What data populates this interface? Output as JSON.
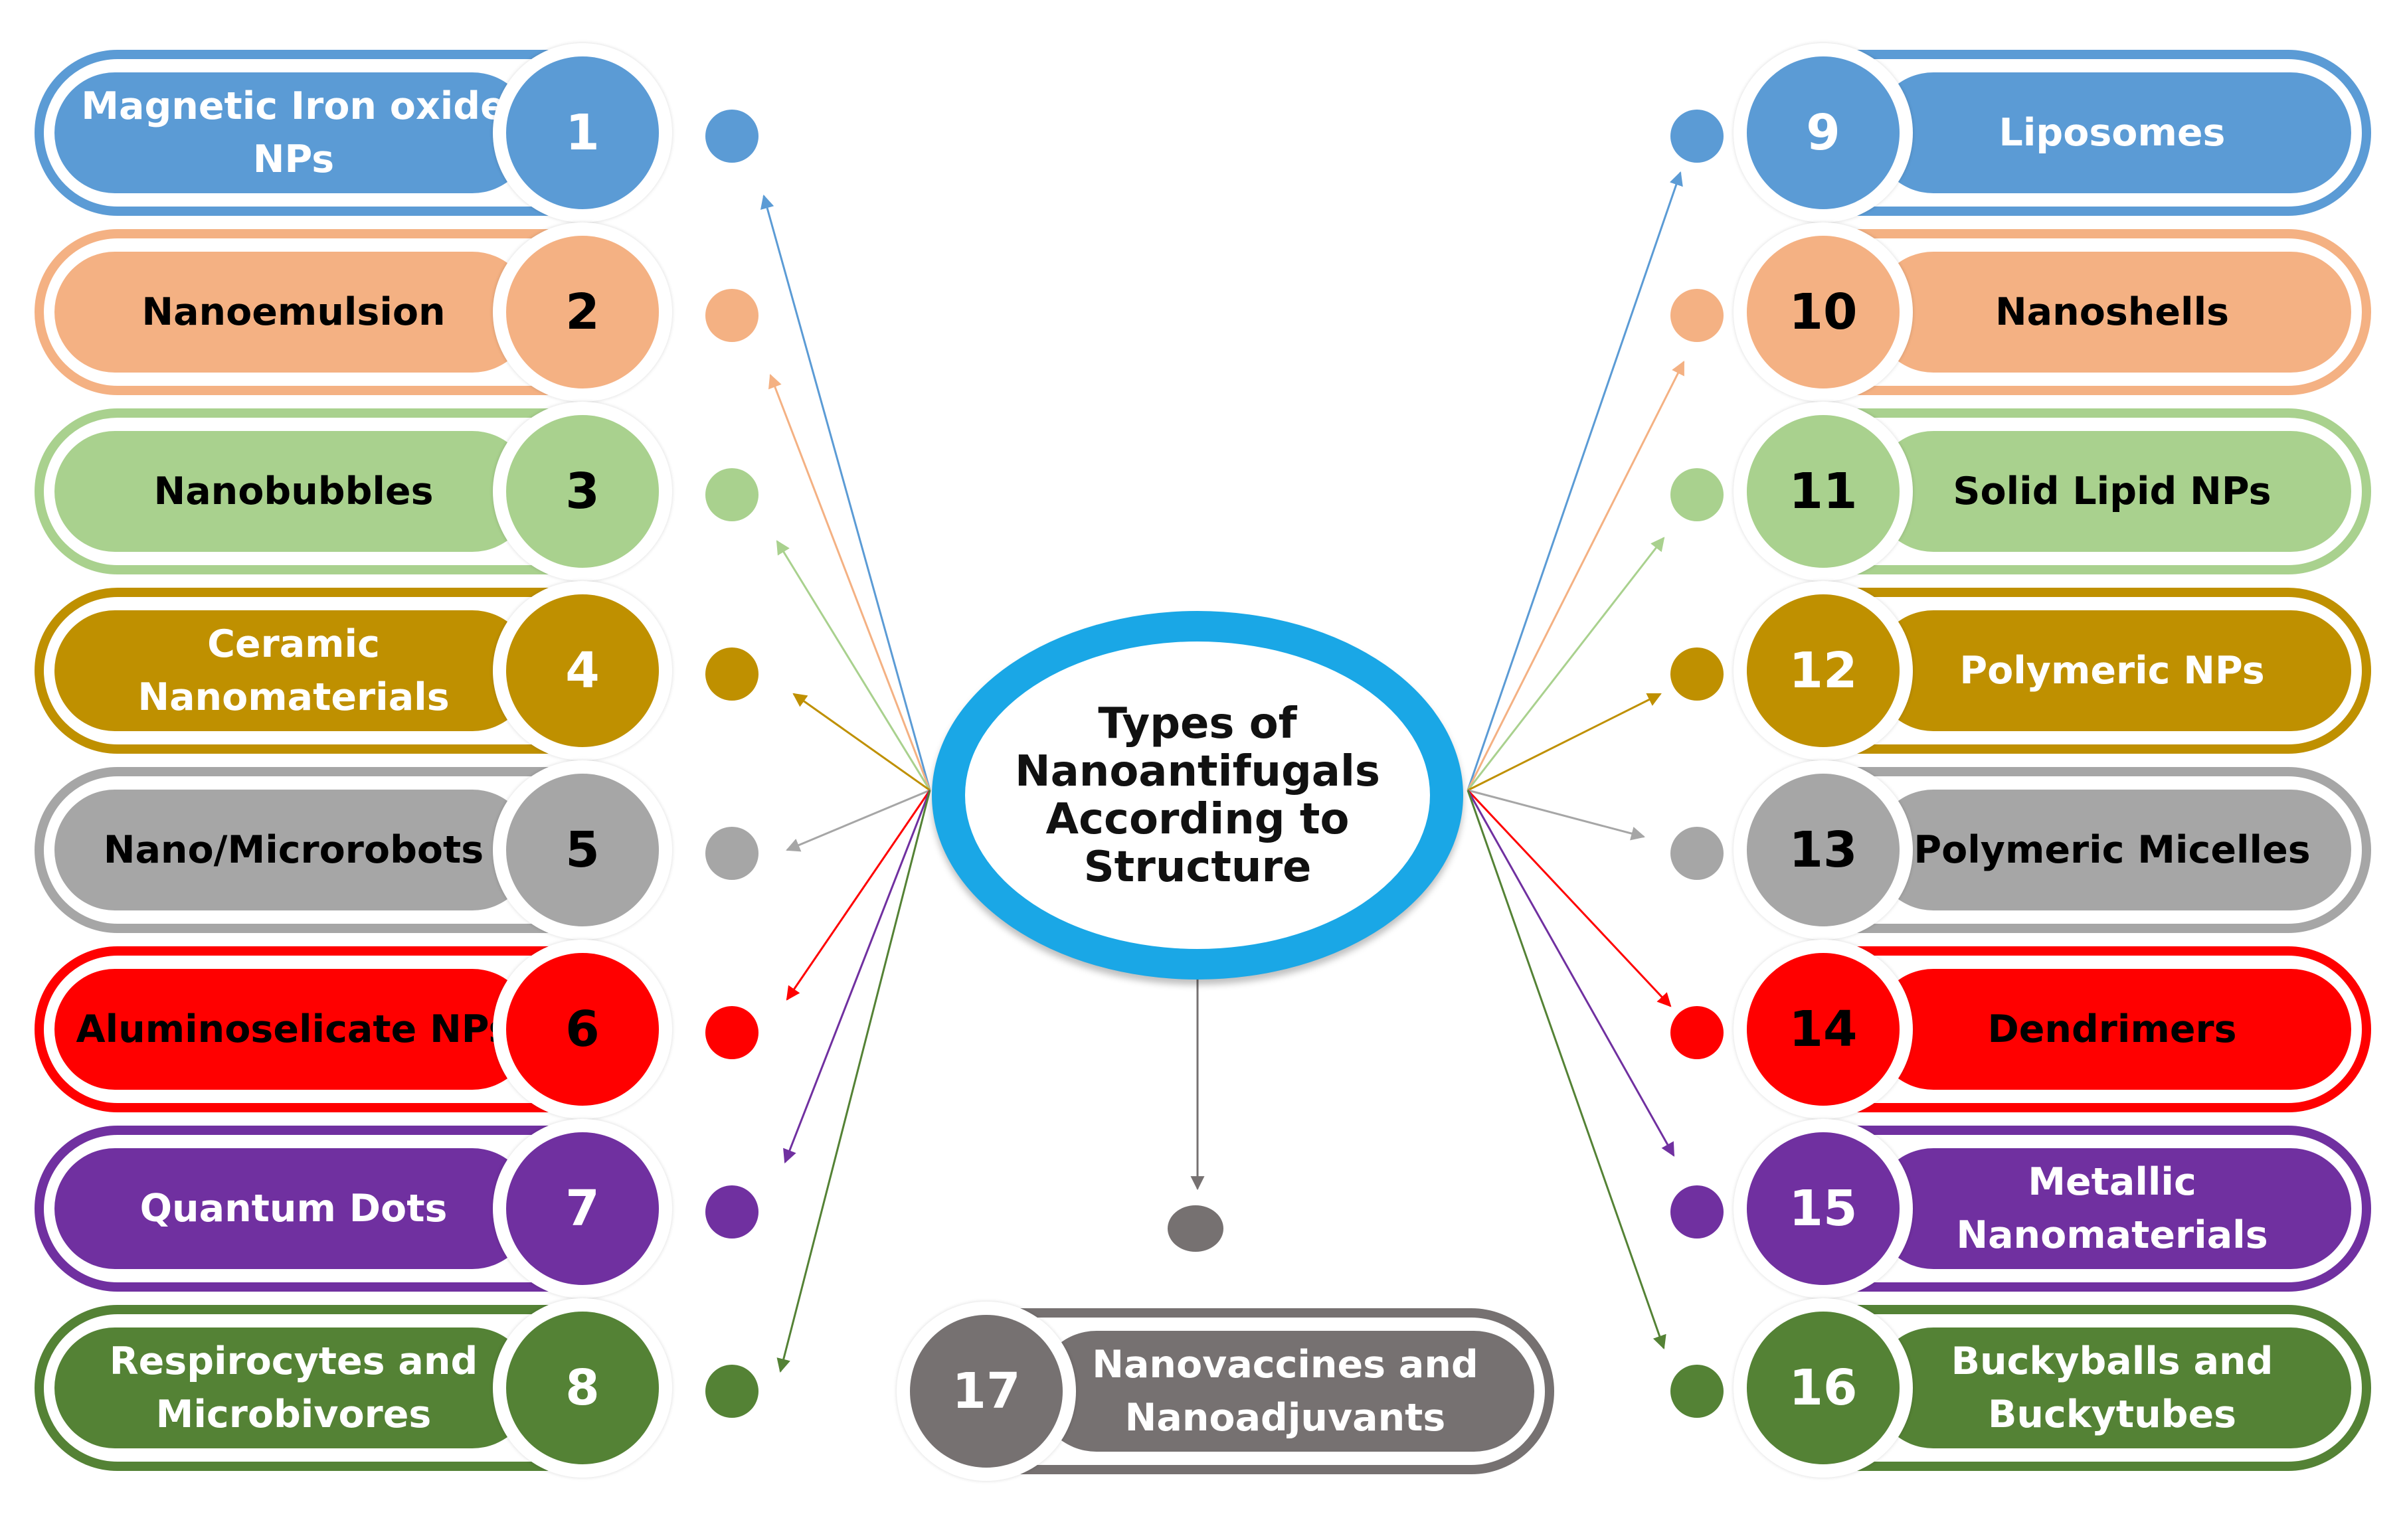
{
  "center": {
    "title": "Types of\nNanoantifugals\nAccording to\nStructure"
  },
  "left": [
    {
      "num": "1",
      "label": "Magnetic Iron oxide NPs",
      "color": "#5b9bd5",
      "text": "#ffffff",
      "numcolor": "#ffffff"
    },
    {
      "num": "2",
      "label": "Nanoemulsion",
      "color": "#f4b183",
      "text": "#000000",
      "numcolor": "#000000"
    },
    {
      "num": "3",
      "label": "Nanobubbles",
      "color": "#a9d18e",
      "text": "#000000",
      "numcolor": "#000000"
    },
    {
      "num": "4",
      "label": "Ceramic Nanomaterials",
      "color": "#bf9000",
      "text": "#ffffff",
      "numcolor": "#ffffff"
    },
    {
      "num": "5",
      "label": "Nano/Microrobots",
      "color": "#a6a6a6",
      "text": "#000000",
      "numcolor": "#000000"
    },
    {
      "num": "6",
      "label": "Aluminoselicate NPs",
      "color": "#ff0000",
      "text": "#000000",
      "numcolor": "#000000"
    },
    {
      "num": "7",
      "label": "Quantum Dots",
      "color": "#7030a0",
      "text": "#ffffff",
      "numcolor": "#ffffff"
    },
    {
      "num": "8",
      "label": "Respirocytes and Microbivores",
      "color": "#548235",
      "text": "#ffffff",
      "numcolor": "#ffffff"
    }
  ],
  "right": [
    {
      "num": "9",
      "label": "Liposomes",
      "color": "#5b9bd5",
      "text": "#ffffff",
      "numcolor": "#ffffff"
    },
    {
      "num": "10",
      "label": "Nanoshells",
      "color": "#f4b183",
      "text": "#000000",
      "numcolor": "#000000"
    },
    {
      "num": "11",
      "label": "Solid Lipid NPs",
      "color": "#a9d18e",
      "text": "#000000",
      "numcolor": "#000000"
    },
    {
      "num": "12",
      "label": "Polymeric NPs",
      "color": "#bf9000",
      "text": "#ffffff",
      "numcolor": "#ffffff"
    },
    {
      "num": "13",
      "label": "Polymeric Micelles",
      "color": "#a6a6a6",
      "text": "#000000",
      "numcolor": "#000000"
    },
    {
      "num": "14",
      "label": "Dendrimers",
      "color": "#ff0000",
      "text": "#000000",
      "numcolor": "#000000"
    },
    {
      "num": "15",
      "label": "Metallic Nanomaterials",
      "color": "#7030a0",
      "text": "#ffffff",
      "numcolor": "#ffffff"
    },
    {
      "num": "16",
      "label": "Buckyballs and Buckytubes",
      "color": "#548235",
      "text": "#ffffff",
      "numcolor": "#ffffff"
    }
  ],
  "bottom": {
    "num": "17",
    "label": "Nanovaccines and Nanoadjuvants",
    "color": "#767171",
    "text": "#ffffff",
    "numcolor": "#ffffff"
  }
}
